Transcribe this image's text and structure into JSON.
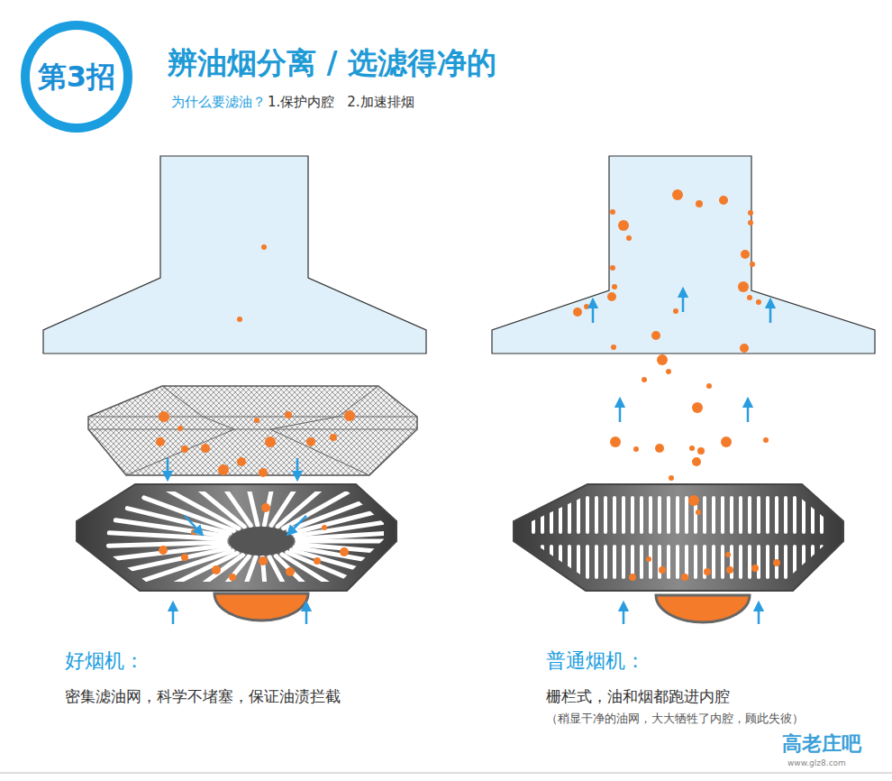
{
  "diagram": {
    "title": "辨油烟分离 / 选滤得净的",
    "nodes": [
      {
        "text": [
          "第3招"
        ]
      }
    ],
    "labels": [
      "为什么要滤油？",
      "1.保护内腔",
      "2.加速排烟",
      "好烟机：",
      "密集滤油网，科学不堵塞，保证油渍拦截",
      "普通烟机：",
      "栅栏式，油和烟都跑进内腔",
      "（稍显干净的油网，大大牺牲了内腔，顾此失彼）",
      "高老庄吧",
      "www.glz8.com"
    ]
  }
}
